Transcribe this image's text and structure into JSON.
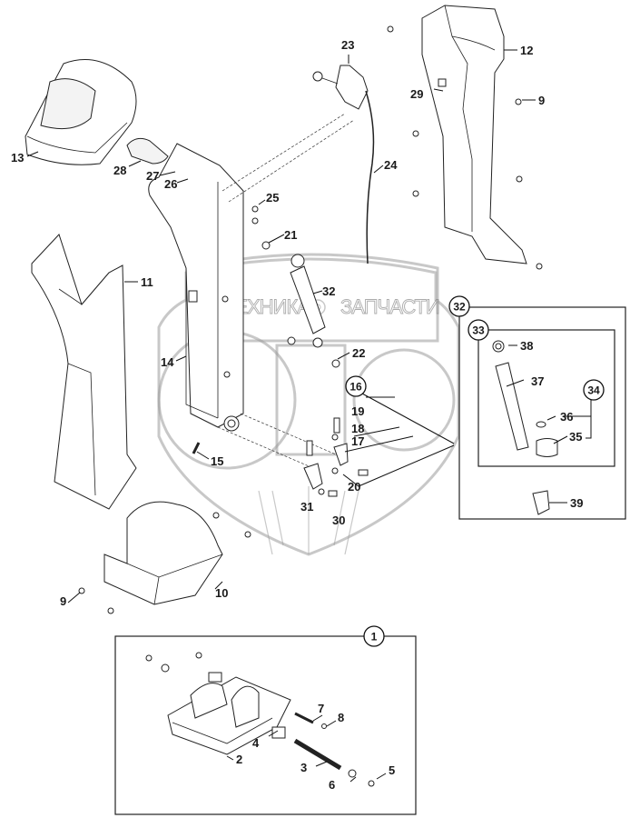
{
  "diagram": {
    "type": "exploded-parts-diagram",
    "watermark": {
      "line1_left": "ТЕХНИКА",
      "line1_right": "ЗАПЧАСТИ",
      "logo_letters": "ЭПФ"
    },
    "callouts": [
      {
        "id": "1",
        "circled": true
      },
      {
        "id": "2",
        "circled": false
      },
      {
        "id": "3",
        "circled": false
      },
      {
        "id": "4",
        "circled": false
      },
      {
        "id": "5",
        "circled": false
      },
      {
        "id": "6",
        "circled": false
      },
      {
        "id": "7",
        "circled": false
      },
      {
        "id": "8",
        "circled": false
      },
      {
        "id": "9",
        "circled": false
      },
      {
        "id": "9",
        "circled": false
      },
      {
        "id": "10",
        "circled": false
      },
      {
        "id": "11",
        "circled": false
      },
      {
        "id": "12",
        "circled": false
      },
      {
        "id": "13",
        "circled": false
      },
      {
        "id": "14",
        "circled": false
      },
      {
        "id": "15",
        "circled": false
      },
      {
        "id": "16",
        "circled": true
      },
      {
        "id": "17",
        "circled": false
      },
      {
        "id": "18",
        "circled": false
      },
      {
        "id": "19",
        "circled": false
      },
      {
        "id": "20",
        "circled": false
      },
      {
        "id": "21",
        "circled": false
      },
      {
        "id": "22",
        "circled": false
      },
      {
        "id": "23",
        "circled": false
      },
      {
        "id": "24",
        "circled": false
      },
      {
        "id": "25",
        "circled": false
      },
      {
        "id": "26",
        "circled": false
      },
      {
        "id": "27",
        "circled": false
      },
      {
        "id": "28",
        "circled": false
      },
      {
        "id": "29",
        "circled": false
      },
      {
        "id": "30",
        "circled": false
      },
      {
        "id": "31",
        "circled": false
      },
      {
        "id": "32",
        "circled": false
      },
      {
        "id": "32",
        "circled": true
      },
      {
        "id": "33",
        "circled": true
      },
      {
        "id": "34",
        "circled": true
      },
      {
        "id": "35",
        "circled": false
      },
      {
        "id": "36",
        "circled": false
      },
      {
        "id": "37",
        "circled": false
      },
      {
        "id": "38",
        "circled": false
      },
      {
        "id": "39",
        "circled": false
      }
    ],
    "groups": [
      {
        "id": "1",
        "members": [
          "2",
          "3",
          "4",
          "5",
          "6",
          "7",
          "8"
        ]
      },
      {
        "id": "16",
        "members": [
          "17",
          "18",
          "19",
          "20"
        ]
      },
      {
        "id": "32",
        "members": [
          "33",
          "39"
        ]
      },
      {
        "id": "33",
        "members": [
          "34",
          "37",
          "38"
        ]
      },
      {
        "id": "34",
        "members": [
          "35",
          "36"
        ]
      }
    ]
  }
}
